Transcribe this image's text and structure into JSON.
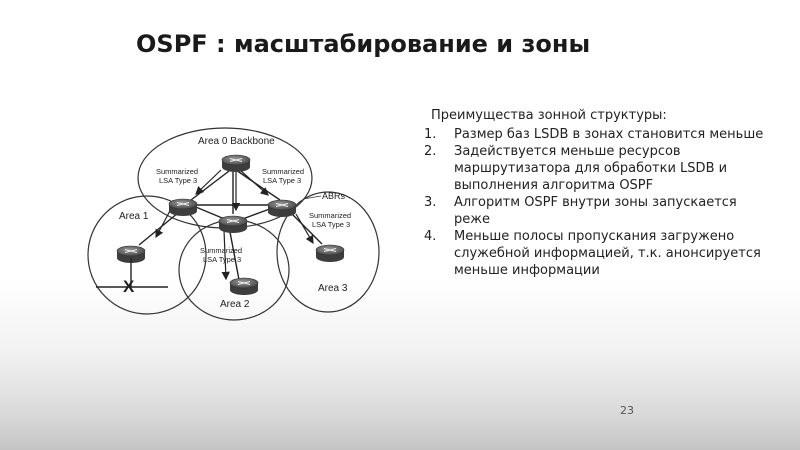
{
  "title": "OSPF : масштабирование и зоны",
  "list": {
    "intro": "Преимущества зонной структуры:",
    "items": [
      {
        "num": "1.",
        "text": "Размер баз LSDB в зонах становится меньше"
      },
      {
        "num": "2.",
        "text": "Задействуется меньше ресурсов маршрутизатора для обработки LSDB и выполнения алгоритма OSPF"
      },
      {
        "num": "3.",
        "text": "Алгоритм OSPF внутри зоны запускается реже"
      },
      {
        "num": "4.",
        "text": "Меньше полосы пропускания загружено служебной информацией, т.к. анонсируется меньше информации"
      }
    ]
  },
  "diagram": {
    "backbone_label": "Area 0 Backbone",
    "area1_label": "Area 1",
    "area2_label": "Area 2",
    "area3_label": "Area 3",
    "abrs_label": "ABRs",
    "summary_line1": "Summarized",
    "summary_line2": "LSA Type 3",
    "failure_mark": "X"
  },
  "page_number": "23"
}
